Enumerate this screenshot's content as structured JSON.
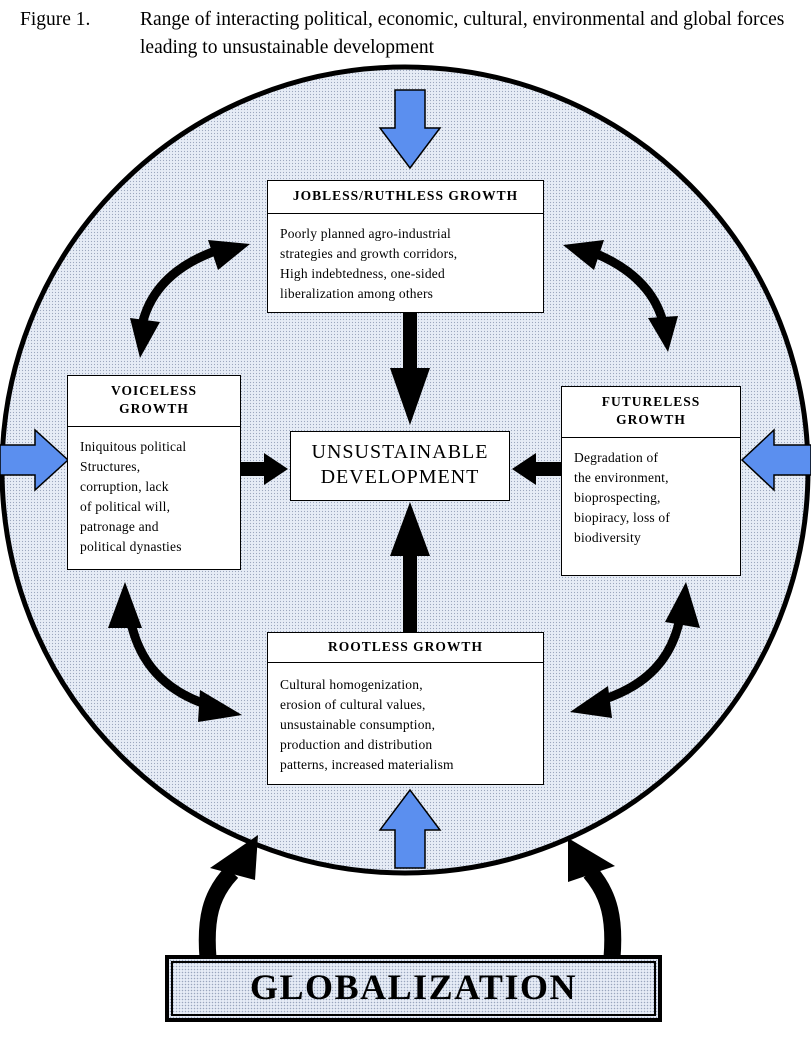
{
  "figure": {
    "label": "Figure 1.",
    "caption": "Range of interacting political, economic, cultural, environmental and global forces leading to unsustainable development"
  },
  "center": {
    "line1": "UNSUSTAINABLE",
    "line2": "DEVELOPMENT"
  },
  "boxes": {
    "jobless": {
      "title": "JOBLESS/RUTHLESS GROWTH",
      "body": [
        "Poorly planned agro-industrial",
        "strategies and growth corridors,",
        "High indebtedness, one-sided",
        "liberalization among others"
      ]
    },
    "voiceless": {
      "title": [
        "VOICELESS",
        "GROWTH"
      ],
      "body": [
        "Iniquitous political",
        "Structures,",
        "corruption, lack",
        "of political will,",
        "patronage and",
        "political dynasties"
      ]
    },
    "futureless": {
      "title": [
        "FUTURELESS",
        "GROWTH"
      ],
      "body": [
        "Degradation of",
        "the environment,",
        "bioprospecting,",
        "biopiracy, loss of",
        "biodiversity"
      ]
    },
    "rootless": {
      "title": "ROOTLESS GROWTH",
      "body": [
        "Cultural homogenization,",
        "erosion of cultural values,",
        "unsustainable consumption,",
        "production and distribution",
        "patterns, increased materialism"
      ]
    }
  },
  "globalization": {
    "label": "GLOBALIZATION"
  },
  "colors": {
    "global_arrow": "#5b8fef",
    "circle_fill": "#e6ecf6",
    "stroke": "#000000"
  }
}
